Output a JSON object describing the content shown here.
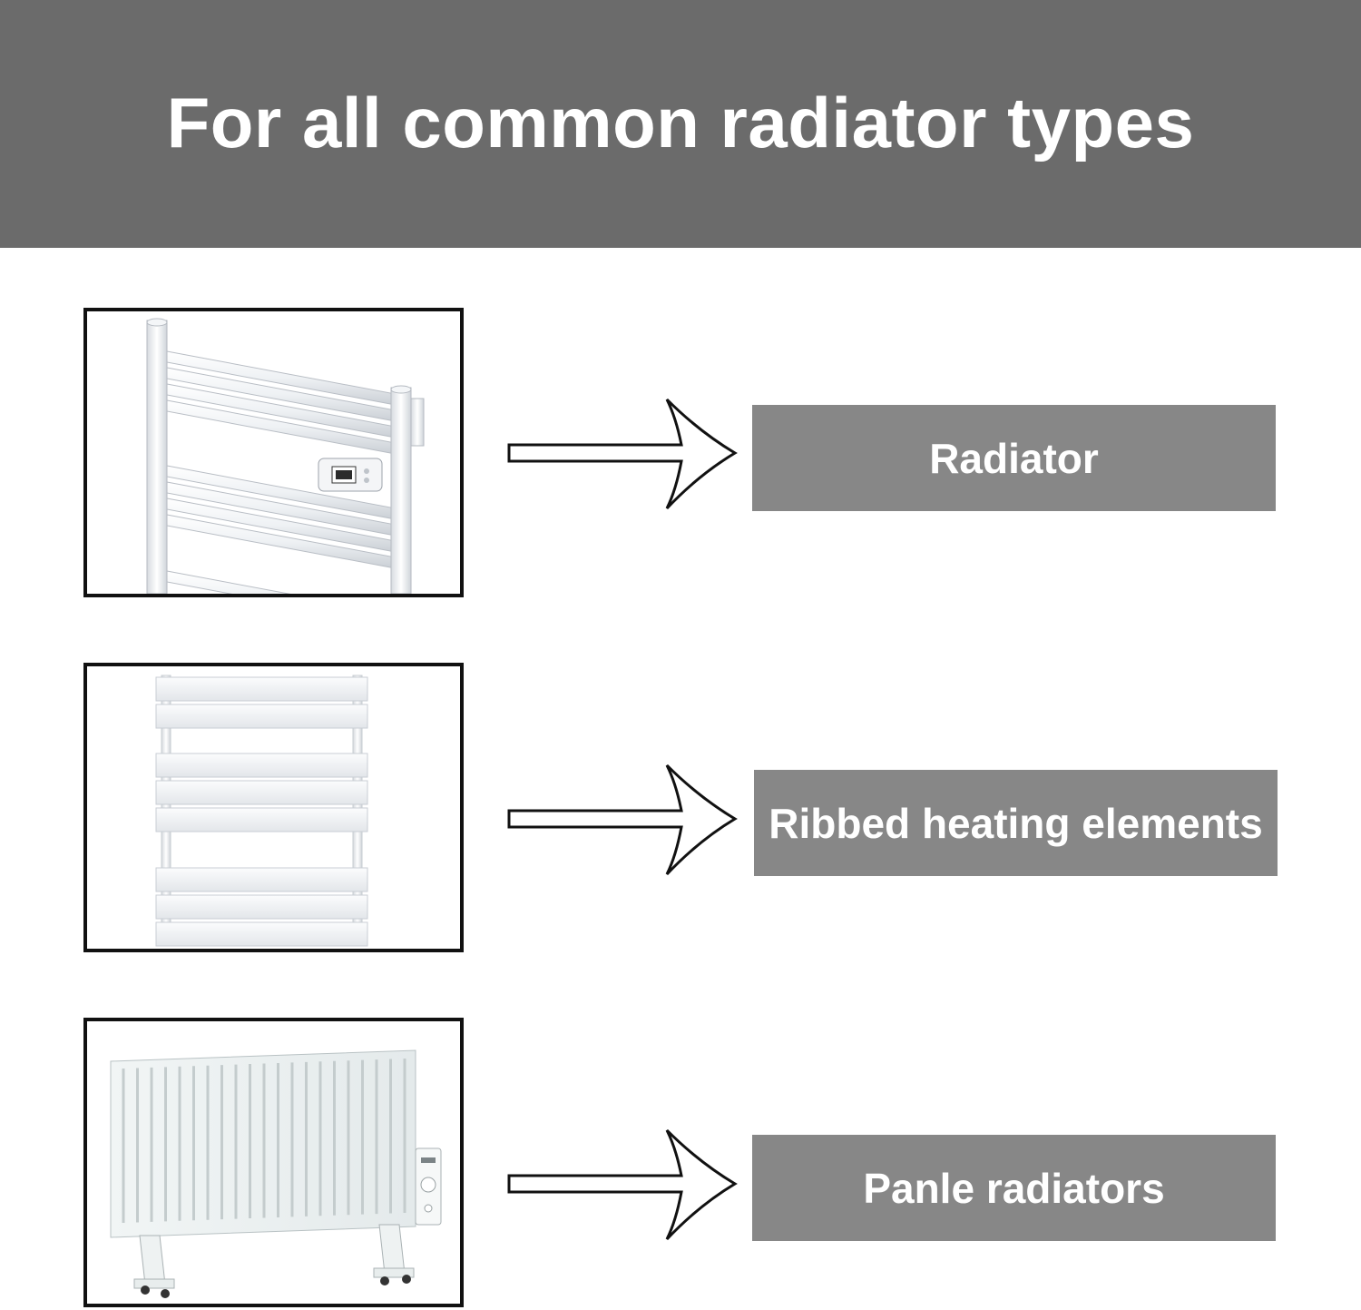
{
  "header": {
    "title": "For all common radiator types",
    "background": "#6b6b6b"
  },
  "items": [
    {
      "label": "Radiator",
      "image": "towel-rail-radiator-with-thermostat",
      "arrow_icon": "right-arrow-icon"
    },
    {
      "label": "Ribbed heating elements",
      "image": "flat-panel-towel-radiator",
      "arrow_icon": "right-arrow-icon"
    },
    {
      "label": "Panle radiators",
      "image": "freestanding-panel-radiator",
      "arrow_icon": "right-arrow-icon"
    }
  ],
  "colors": {
    "label_background": "#878787",
    "frame_border": "#111111"
  }
}
